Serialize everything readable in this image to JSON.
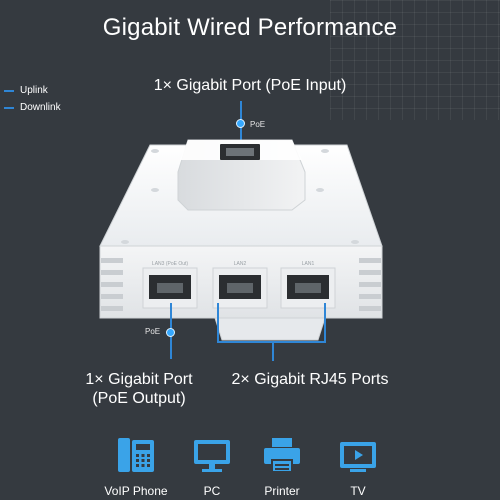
{
  "title": "Gigabit Wired Performance",
  "legend": {
    "items": [
      {
        "label": "Uplink"
      },
      {
        "label": "Downlink"
      }
    ]
  },
  "callouts": {
    "top": "1× Gigabit Port (PoE Input)",
    "poe_top": "PoE",
    "poe_bottom": "PoE",
    "bottom_left_line1": "1× Gigabit Port",
    "bottom_left_line2": "(PoE Output)",
    "bottom_right": "2× Gigabit RJ45 Ports"
  },
  "device_ports": {
    "port1": "LAN3 (PoE Out)",
    "port2": "LAN2",
    "port3": "LAN1"
  },
  "devices": [
    {
      "label": "VoIP Phone",
      "icon": "voip-phone-icon"
    },
    {
      "label": "PC",
      "icon": "pc-icon"
    },
    {
      "label": "Printer",
      "icon": "printer-icon"
    },
    {
      "label": "TV",
      "icon": "tv-icon"
    }
  ],
  "colors": {
    "background": "#353a40",
    "accent": "#2f86d6",
    "icon": "#3aa3e8"
  }
}
